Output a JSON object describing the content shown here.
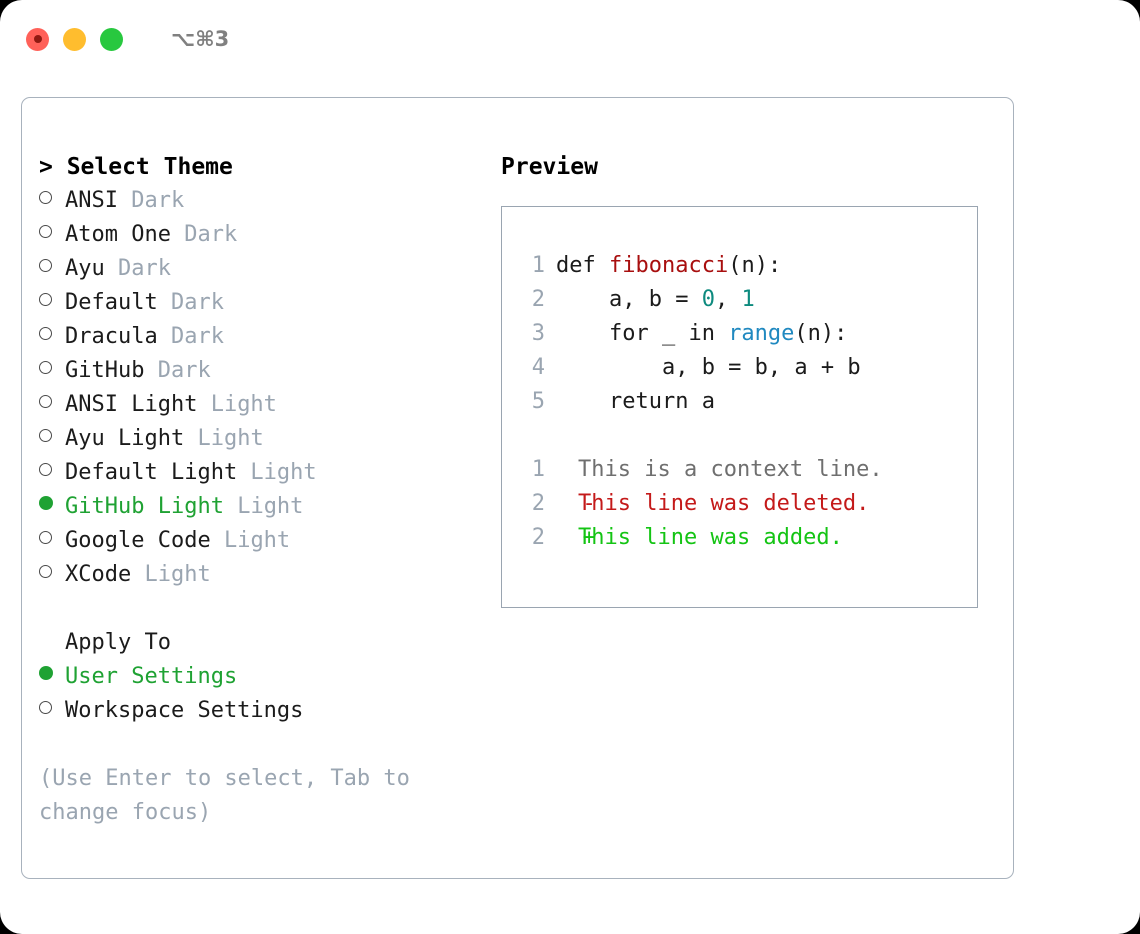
{
  "titlebar": {
    "shortcut": "⌥⌘3",
    "buttons": [
      "close",
      "minimize",
      "maximize"
    ]
  },
  "theme_picker": {
    "header": "> Select Theme",
    "prompt": ">",
    "title": "Select Theme",
    "items": [
      {
        "name": "ANSI",
        "variant": "Dark",
        "selected": false
      },
      {
        "name": "Atom One",
        "variant": "Dark",
        "selected": false
      },
      {
        "name": "Ayu",
        "variant": "Dark",
        "selected": false
      },
      {
        "name": "Default",
        "variant": "Dark",
        "selected": false
      },
      {
        "name": "Dracula",
        "variant": "Dark",
        "selected": false
      },
      {
        "name": "GitHub",
        "variant": "Dark",
        "selected": false
      },
      {
        "name": "ANSI Light",
        "variant": "Light",
        "selected": false
      },
      {
        "name": "Ayu Light",
        "variant": "Light",
        "selected": false
      },
      {
        "name": "Default Light",
        "variant": "Light",
        "selected": false
      },
      {
        "name": "GitHub Light",
        "variant": "Light",
        "selected": true
      },
      {
        "name": "Google Code",
        "variant": "Light",
        "selected": false
      },
      {
        "name": "XCode",
        "variant": "Light",
        "selected": false
      }
    ]
  },
  "apply_to": {
    "title": "Apply To",
    "options": [
      {
        "label": "User Settings",
        "selected": true
      },
      {
        "label": "Workspace Settings",
        "selected": false
      }
    ]
  },
  "hint": {
    "line1": "(Use Enter to select, Tab to",
    "line2": "change focus)"
  },
  "preview": {
    "title": "Preview",
    "code_lines": [
      {
        "lineno": "1",
        "spans": [
          {
            "text": "def ",
            "token": "keyword"
          },
          {
            "text": "fibonacci",
            "token": "function"
          },
          {
            "text": "(n):",
            "token": "plain"
          }
        ]
      },
      {
        "lineno": "2",
        "spans": [
          {
            "text": "    a, b = ",
            "token": "plain"
          },
          {
            "text": "0",
            "token": "number"
          },
          {
            "text": ", ",
            "token": "plain"
          },
          {
            "text": "1",
            "token": "number"
          }
        ]
      },
      {
        "lineno": "3",
        "spans": [
          {
            "text": "    for _ in ",
            "token": "plain"
          },
          {
            "text": "range",
            "token": "builtin"
          },
          {
            "text": "(n):",
            "token": "plain"
          }
        ]
      },
      {
        "lineno": "4",
        "spans": [
          {
            "text": "        a, b = b, a + b",
            "token": "plain"
          }
        ]
      },
      {
        "lineno": "5",
        "spans": [
          {
            "text": "    return a",
            "token": "plain"
          }
        ]
      }
    ],
    "diff_lines": [
      {
        "lineno": "1",
        "sign": " ",
        "text": "This is a context line.",
        "kind": "context"
      },
      {
        "lineno": "2",
        "sign": "-",
        "text": "This line was deleted.",
        "kind": "deleted"
      },
      {
        "lineno": "2",
        "sign": "+",
        "text": "This line was added.",
        "kind": "added"
      }
    ]
  },
  "colors": {
    "accent_green": "#1fa233",
    "muted": "#9aa5b1",
    "function_red": "#a80f0f",
    "number_teal": "#0d8a7e",
    "builtin_blue": "#2089c0",
    "diff_deleted": "#c41a1a",
    "diff_added": "#14c414",
    "border": "#a8b2bd"
  }
}
